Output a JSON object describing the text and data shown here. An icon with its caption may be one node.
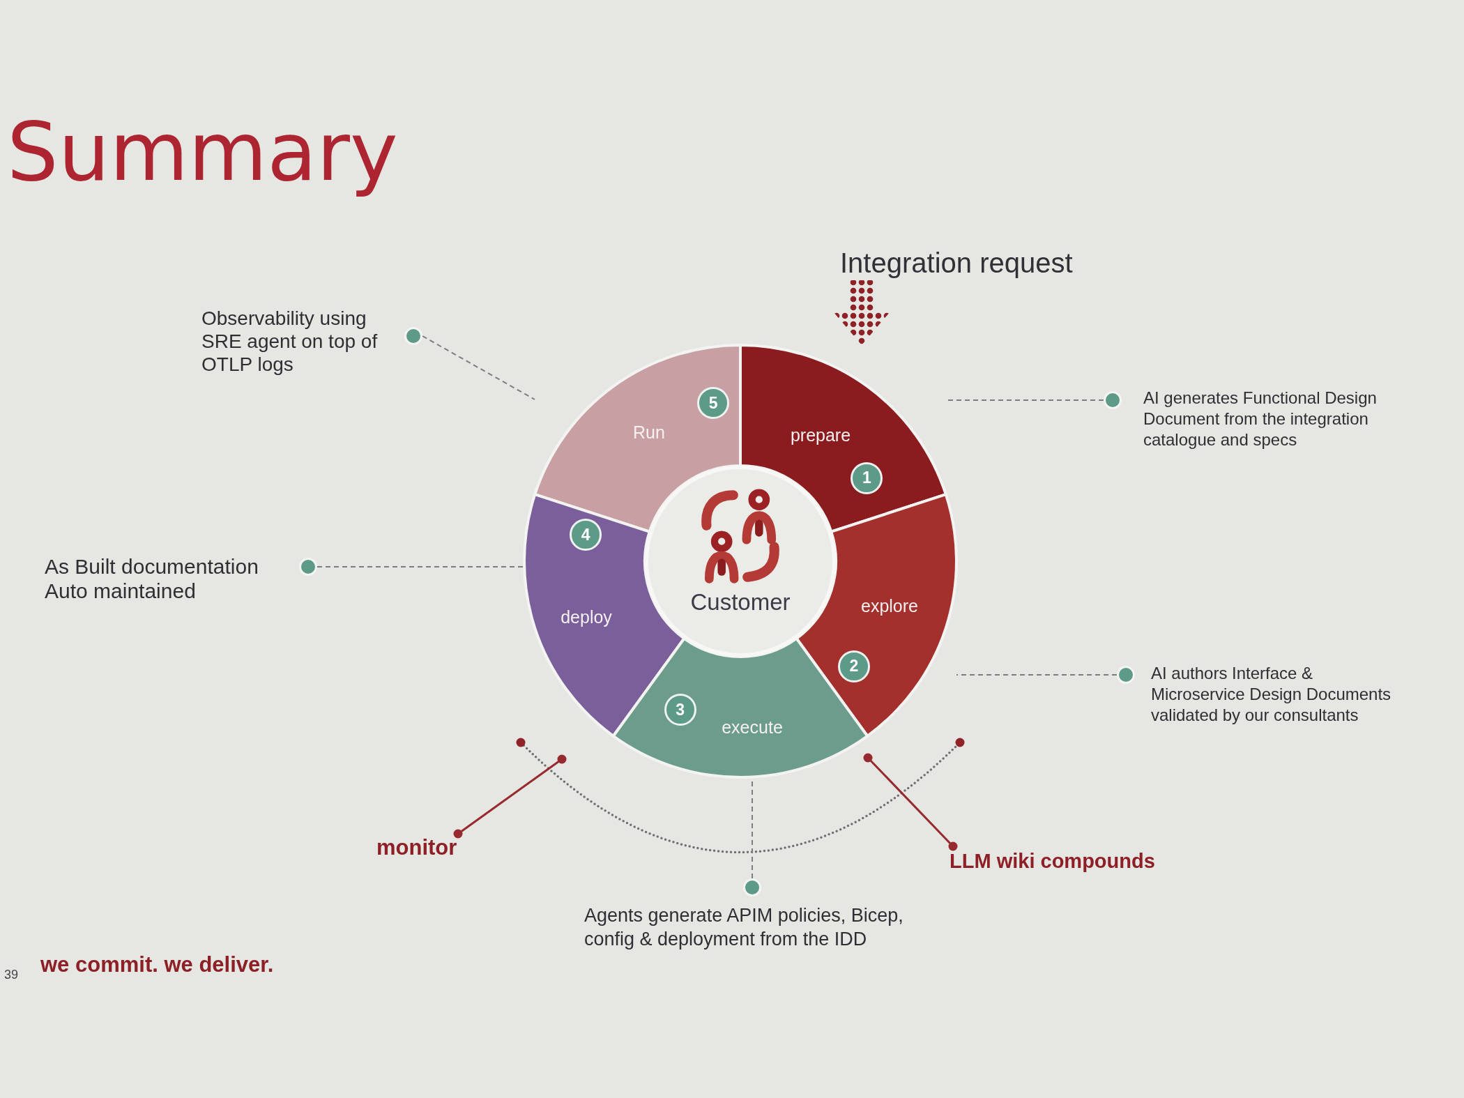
{
  "diagram": {
    "title": "Summary",
    "nodes": [
      {
        "text": [
          "Integration request"
        ]
      },
      {
        "text": [
          "Observability using SRE agent on top of OTLP logs"
        ]
      },
      {
        "text": [
          "Run"
        ]
      },
      {
        "text": [
          "5"
        ],
        "in": 2
      },
      {
        "text": [
          "prepare"
        ]
      },
      {
        "text": [
          "1"
        ],
        "in": 4
      },
      {
        "text": [
          "AI generates Functional Design Document from the integration catalogue and specs"
        ]
      },
      {
        "text": [
          "Customer"
        ]
      },
      {
        "text": [
          "deploy"
        ]
      },
      {
        "text": [
          "4"
        ],
        "in": 8
      },
      {
        "text": [
          "As Built documentation Auto maintained"
        ]
      },
      {
        "text": [
          "explore"
        ]
      },
      {
        "text": [
          "2"
        ],
        "in": 11
      },
      {
        "text": [
          "AI authors Interface & Microservice Design Documents validated by our consultants"
        ]
      },
      {
        "text": [
          "execute"
        ]
      },
      {
        "text": [
          "3"
        ],
        "in": 14
      },
      {
        "text": [
          "monitor"
        ]
      },
      {
        "text": [
          "LLM wiki compounds"
        ]
      },
      {
        "text": [
          "Agents generate APIM policies, Bicep, config & deployment from the IDD"
        ]
      }
    ],
    "edges": [
      {
        "from": 0,
        "to": 4,
        "arrow": "to",
        "style": "thick",
        "color": "#8e2227"
      },
      {
        "from": 1,
        "to": 2,
        "arrow": "none",
        "style": "dashed"
      },
      {
        "from": 6,
        "to": 4,
        "arrow": "none",
        "style": "dashed"
      },
      {
        "from": 10,
        "to": 8,
        "arrow": "none",
        "style": "dashed"
      },
      {
        "from": 13,
        "to": 11,
        "arrow": "none",
        "style": "dashed"
      },
      {
        "from": 18,
        "to": 14,
        "arrow": "none",
        "style": "dashed"
      },
      {
        "from": 16,
        "to": null,
        "arrow": "other",
        "color": "#962a2e"
      },
      {
        "from": 17,
        "to": 14,
        "arrow": "other",
        "color": "#962a2e"
      }
    ],
    "labels": [
      "39",
      "we commit. we deliver."
    ]
  }
}
